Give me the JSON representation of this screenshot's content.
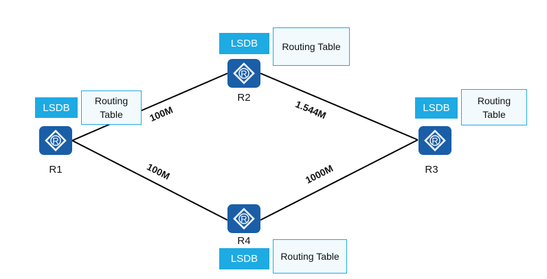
{
  "diagram": {
    "routers": [
      {
        "id": "R1",
        "label": "R1",
        "lsdb_label": "LSDB",
        "routing_table_label": "Routing Table",
        "icon": "router-icon"
      },
      {
        "id": "R2",
        "label": "R2",
        "lsdb_label": "LSDB",
        "routing_table_label": "Routing Table",
        "icon": "router-icon"
      },
      {
        "id": "R3",
        "label": "R3",
        "lsdb_label": "LSDB",
        "routing_table_label": "Routing Table",
        "icon": "router-icon"
      },
      {
        "id": "R4",
        "label": "R4",
        "lsdb_label": "LSDB",
        "routing_table_label": "Routing Table",
        "icon": "router-icon"
      }
    ],
    "links": [
      {
        "from": "R1",
        "to": "R2",
        "bandwidth": "100M"
      },
      {
        "from": "R1",
        "to": "R4",
        "bandwidth": "100M"
      },
      {
        "from": "R2",
        "to": "R3",
        "bandwidth": "1.544M"
      },
      {
        "from": "R4",
        "to": "R3",
        "bandwidth": "1000M"
      }
    ],
    "colors": {
      "router": "#1a5ea8",
      "lsdb": "#1eaae2",
      "routing_table_border": "#1eaae2",
      "routing_table_fill": "#f2fafd",
      "link": "#000000"
    }
  }
}
